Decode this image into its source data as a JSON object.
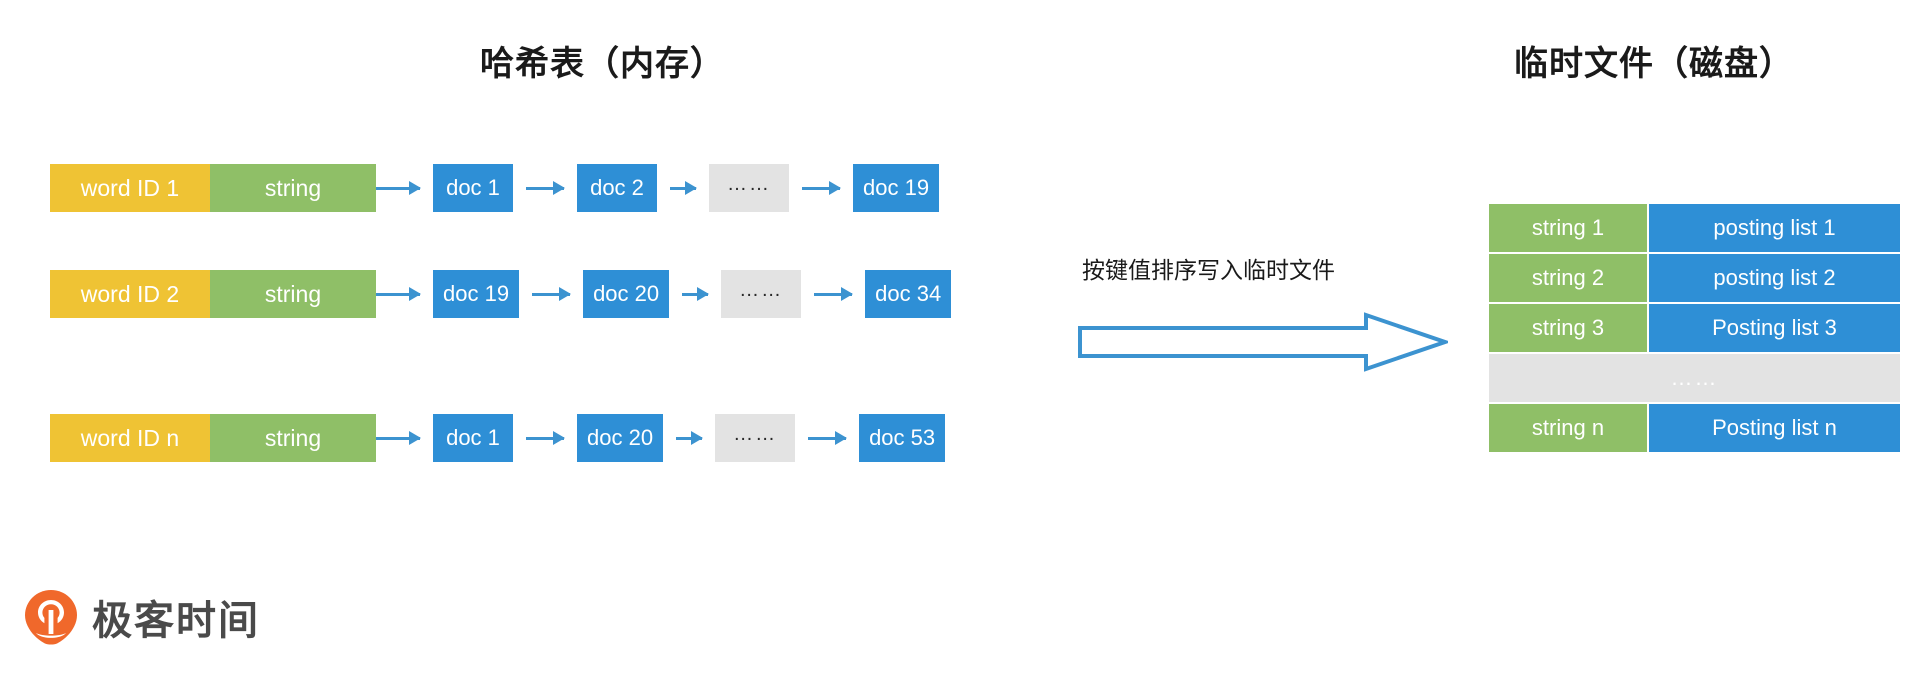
{
  "titles": {
    "hash_table": "哈希表（内存）",
    "temp_file": "临时文件（磁盘）"
  },
  "colors": {
    "key_cell": "#EFC334",
    "value_cell": "#8FBF67",
    "doc_box": "#2E8FD6",
    "ellipsis_box": "#E3E3E3",
    "arrow": "#3C93D0",
    "logo_mark": "#F0682B",
    "logo_text": "#4A4A4A",
    "title_text": "#1A1A1A"
  },
  "hash_table": {
    "rows": [
      {
        "key": "word ID 1",
        "value": "string",
        "posting": [
          "doc 1",
          "doc 2",
          "……",
          "doc 19"
        ]
      },
      {
        "key": "word ID 2",
        "value": "string",
        "posting": [
          "doc 19",
          "doc 20",
          "……",
          "doc 34"
        ]
      },
      {
        "key": "word ID n",
        "value": "string",
        "posting": [
          "doc 1",
          "doc 20",
          "……",
          "doc 53"
        ]
      }
    ]
  },
  "transition": {
    "caption": "按键值排序写入临时文件",
    "arrow_icon": "right-block-arrow-icon"
  },
  "temp_file": {
    "rows": [
      {
        "string": "string 1",
        "posting": "posting list 1",
        "type": "data"
      },
      {
        "string": "string 2",
        "posting": "posting list 2",
        "type": "data"
      },
      {
        "string": "string 3",
        "posting": "Posting list 3",
        "type": "data"
      },
      {
        "string": "……",
        "posting": "",
        "type": "ellipsis"
      },
      {
        "string": "string n",
        "posting": "Posting list n",
        "type": "data"
      }
    ]
  },
  "logo": {
    "mark": "geektime-pin-icon",
    "text": "极客时间"
  }
}
